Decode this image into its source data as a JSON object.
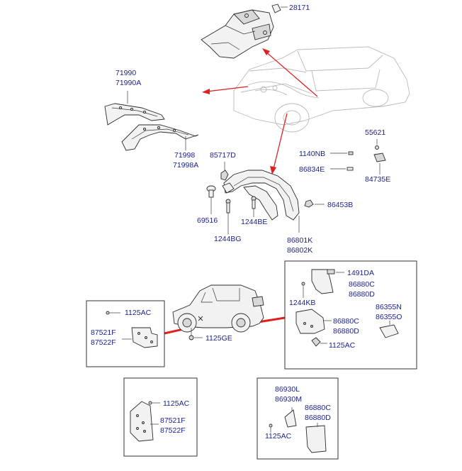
{
  "labels": {
    "p28171": "28171",
    "p71990": "71990",
    "p71990a": "71990A",
    "p71998": "71998",
    "p71998a": "71998A",
    "p85717d": "85717D",
    "p69516": "69516",
    "p1244bg": "1244BG",
    "p1244be": "1244BE",
    "p86801k": "86801K",
    "p86802k": "86802K",
    "p86453b": "86453B",
    "p1140nb": "1140NB",
    "p86834e": "86834E",
    "p55621": "55621",
    "p84735e": "84735E",
    "p1491da": "1491DA",
    "p86880c_a": "86880C",
    "p86880d_a": "86880D",
    "p1244kb": "1244KB",
    "p86880c_b": "86880C",
    "p86880d_b": "86880D",
    "p86355n": "86355N",
    "p86355o": "86355O",
    "p1125ac_r": "1125AC",
    "p1125ac_l": "1125AC",
    "p87521f_l": "87521F",
    "p87522f_l": "87522F",
    "p1125ge": "1125GE",
    "p1125ac_bl": "1125AC",
    "p87521f_bl": "87521F",
    "p87522f_bl": "87522F",
    "p86930l": "86930L",
    "p86930m": "86930M",
    "p86880c_br": "86880C",
    "p86880d_br": "86880D",
    "p1125ac_br": "1125AC"
  },
  "colors": {
    "label": "#1a1f8c",
    "callout_arrow": "#e0201f",
    "line_art": "#2b2b2b",
    "background": "#ffffff"
  }
}
